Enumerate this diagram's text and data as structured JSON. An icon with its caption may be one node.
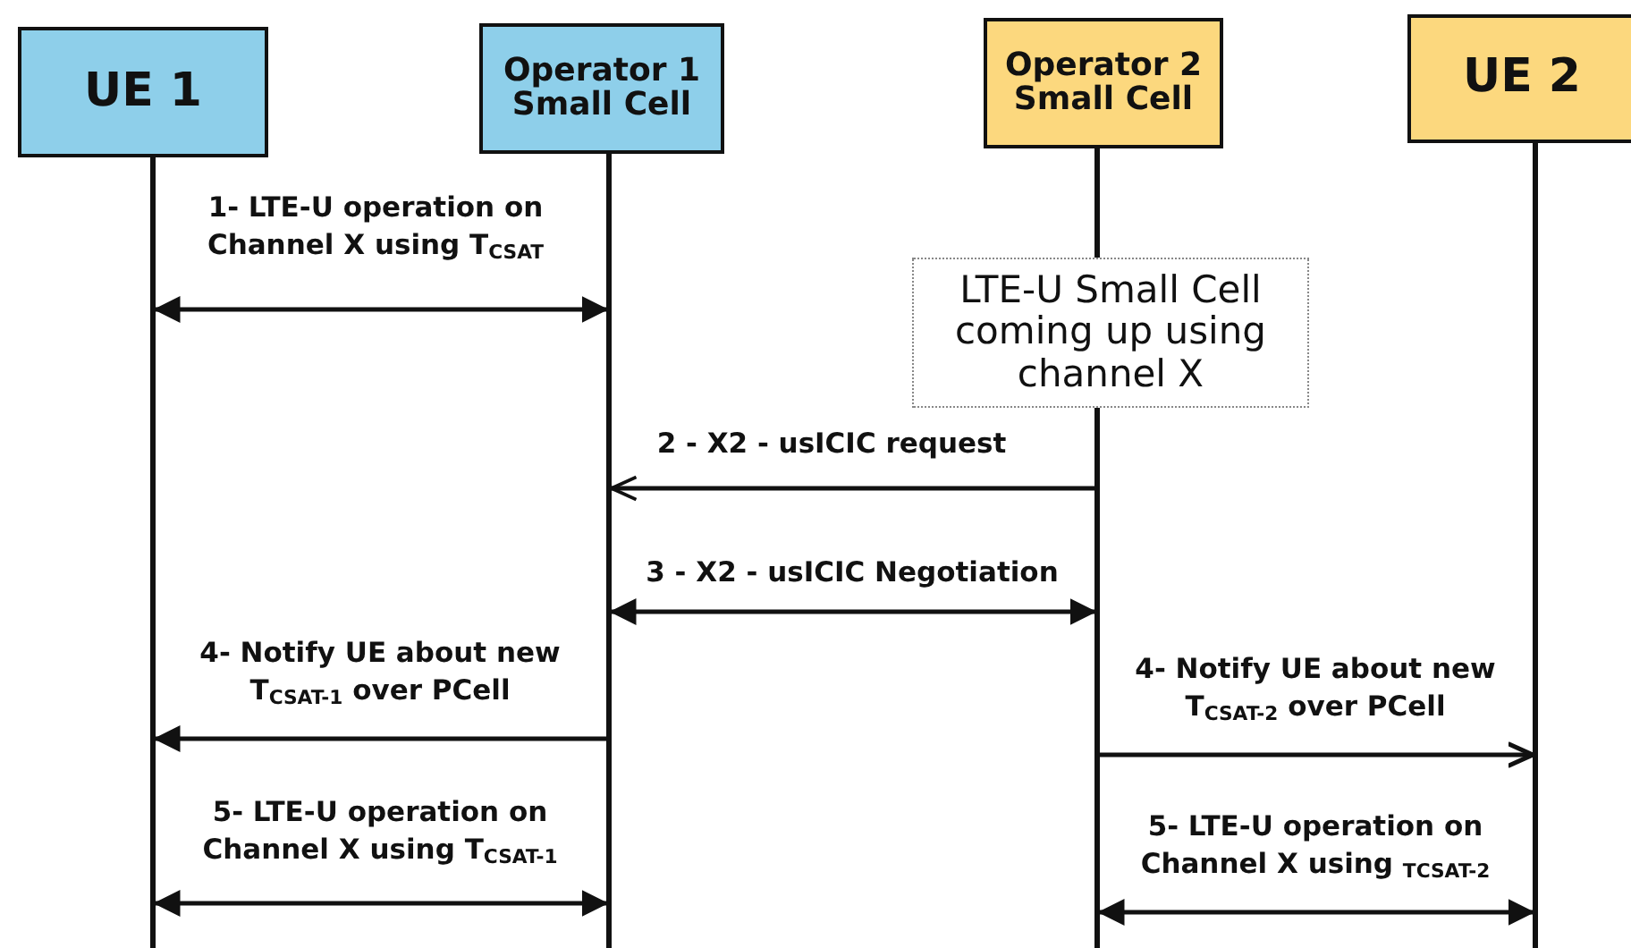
{
  "diagram": {
    "nodes": [
      {
        "text": [
          "UE 1"
        ]
      },
      {
        "text": [
          "Operator 1 Small Cell"
        ]
      },
      {
        "text": [
          "Operator 2 Small Cell"
        ]
      },
      {
        "text": [
          "UE 2"
        ]
      },
      {
        "text": [
          "LTE-U Small Cell coming up using channel X"
        ]
      },
      {
        "text": [],
        "shape": "bar"
      },
      {
        "text": [],
        "shape": "bar"
      },
      {
        "text": [],
        "shape": "bar"
      },
      {
        "text": [],
        "shape": "bar"
      }
    ],
    "edges": [
      {
        "from": 5,
        "to": 6,
        "arrow": "both",
        "label": "1-  LTE-U operation on Channel X using T$_{CSAT}$"
      },
      {
        "from": 7,
        "to": 6,
        "arrow": "to",
        "label": "2 - X2 - usICIC request"
      },
      {
        "from": 6,
        "to": 7,
        "arrow": "both",
        "label": "3 - X2 - usICIC Negotiation"
      },
      {
        "from": 6,
        "to": 5,
        "arrow": "to",
        "label": "4- Notify UE about new T$_{CSAT-1}$ over PCell"
      },
      {
        "from": 7,
        "to": 8,
        "arrow": "to",
        "label": "4- Notify UE about new T$_{CSAT-2}$ over PCell"
      },
      {
        "from": 5,
        "to": 6,
        "arrow": "both",
        "label": "5- LTE-U operation on Channel X using T$_{CSAT-1}$"
      },
      {
        "from": 7,
        "to": 8,
        "arrow": "both",
        "label": "5- LTE-U operation on Channel X using $_{TCSAT-2}$"
      }
    ]
  }
}
